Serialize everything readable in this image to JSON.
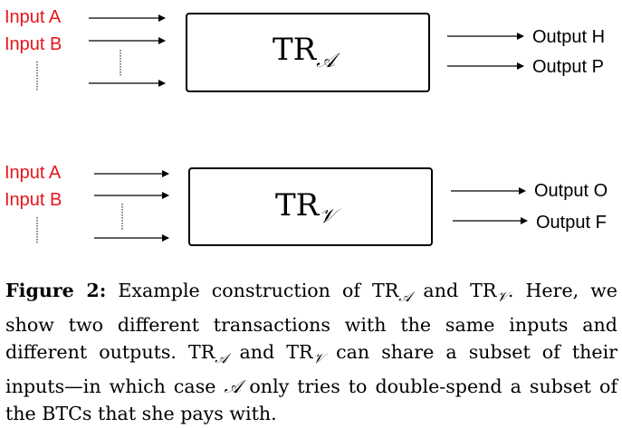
{
  "diagram_top": {
    "inputs": [
      "Input A",
      "Input B"
    ],
    "box_main": "TR",
    "box_sub": "𝒜",
    "outputs": [
      "Output H",
      "Output P"
    ]
  },
  "diagram_bottom": {
    "inputs": [
      "Input A",
      "Input B"
    ],
    "box_main": "TR",
    "box_sub": "𝒱",
    "outputs": [
      "Output O",
      "Output F"
    ]
  },
  "caption": {
    "figure_label": "Figure 2:",
    "text_1": " Example construction of TR",
    "sub_a": "𝒜",
    "text_2": " and TR",
    "sub_v": "𝒱",
    "text_3": ". Here, we show two different transactions with the same inputs and different outputs. TR",
    "sub_a2": "𝒜",
    "text_4": " and TR",
    "sub_v2": "𝒱",
    "text_5": " can share a subset of their inputs—in which case ",
    "actor": "𝒜",
    "text_6": " only tries to double-spend a subset of the BTCs that she pays with."
  },
  "colors": {
    "input_label": "#e8141c",
    "line": "#000000"
  }
}
